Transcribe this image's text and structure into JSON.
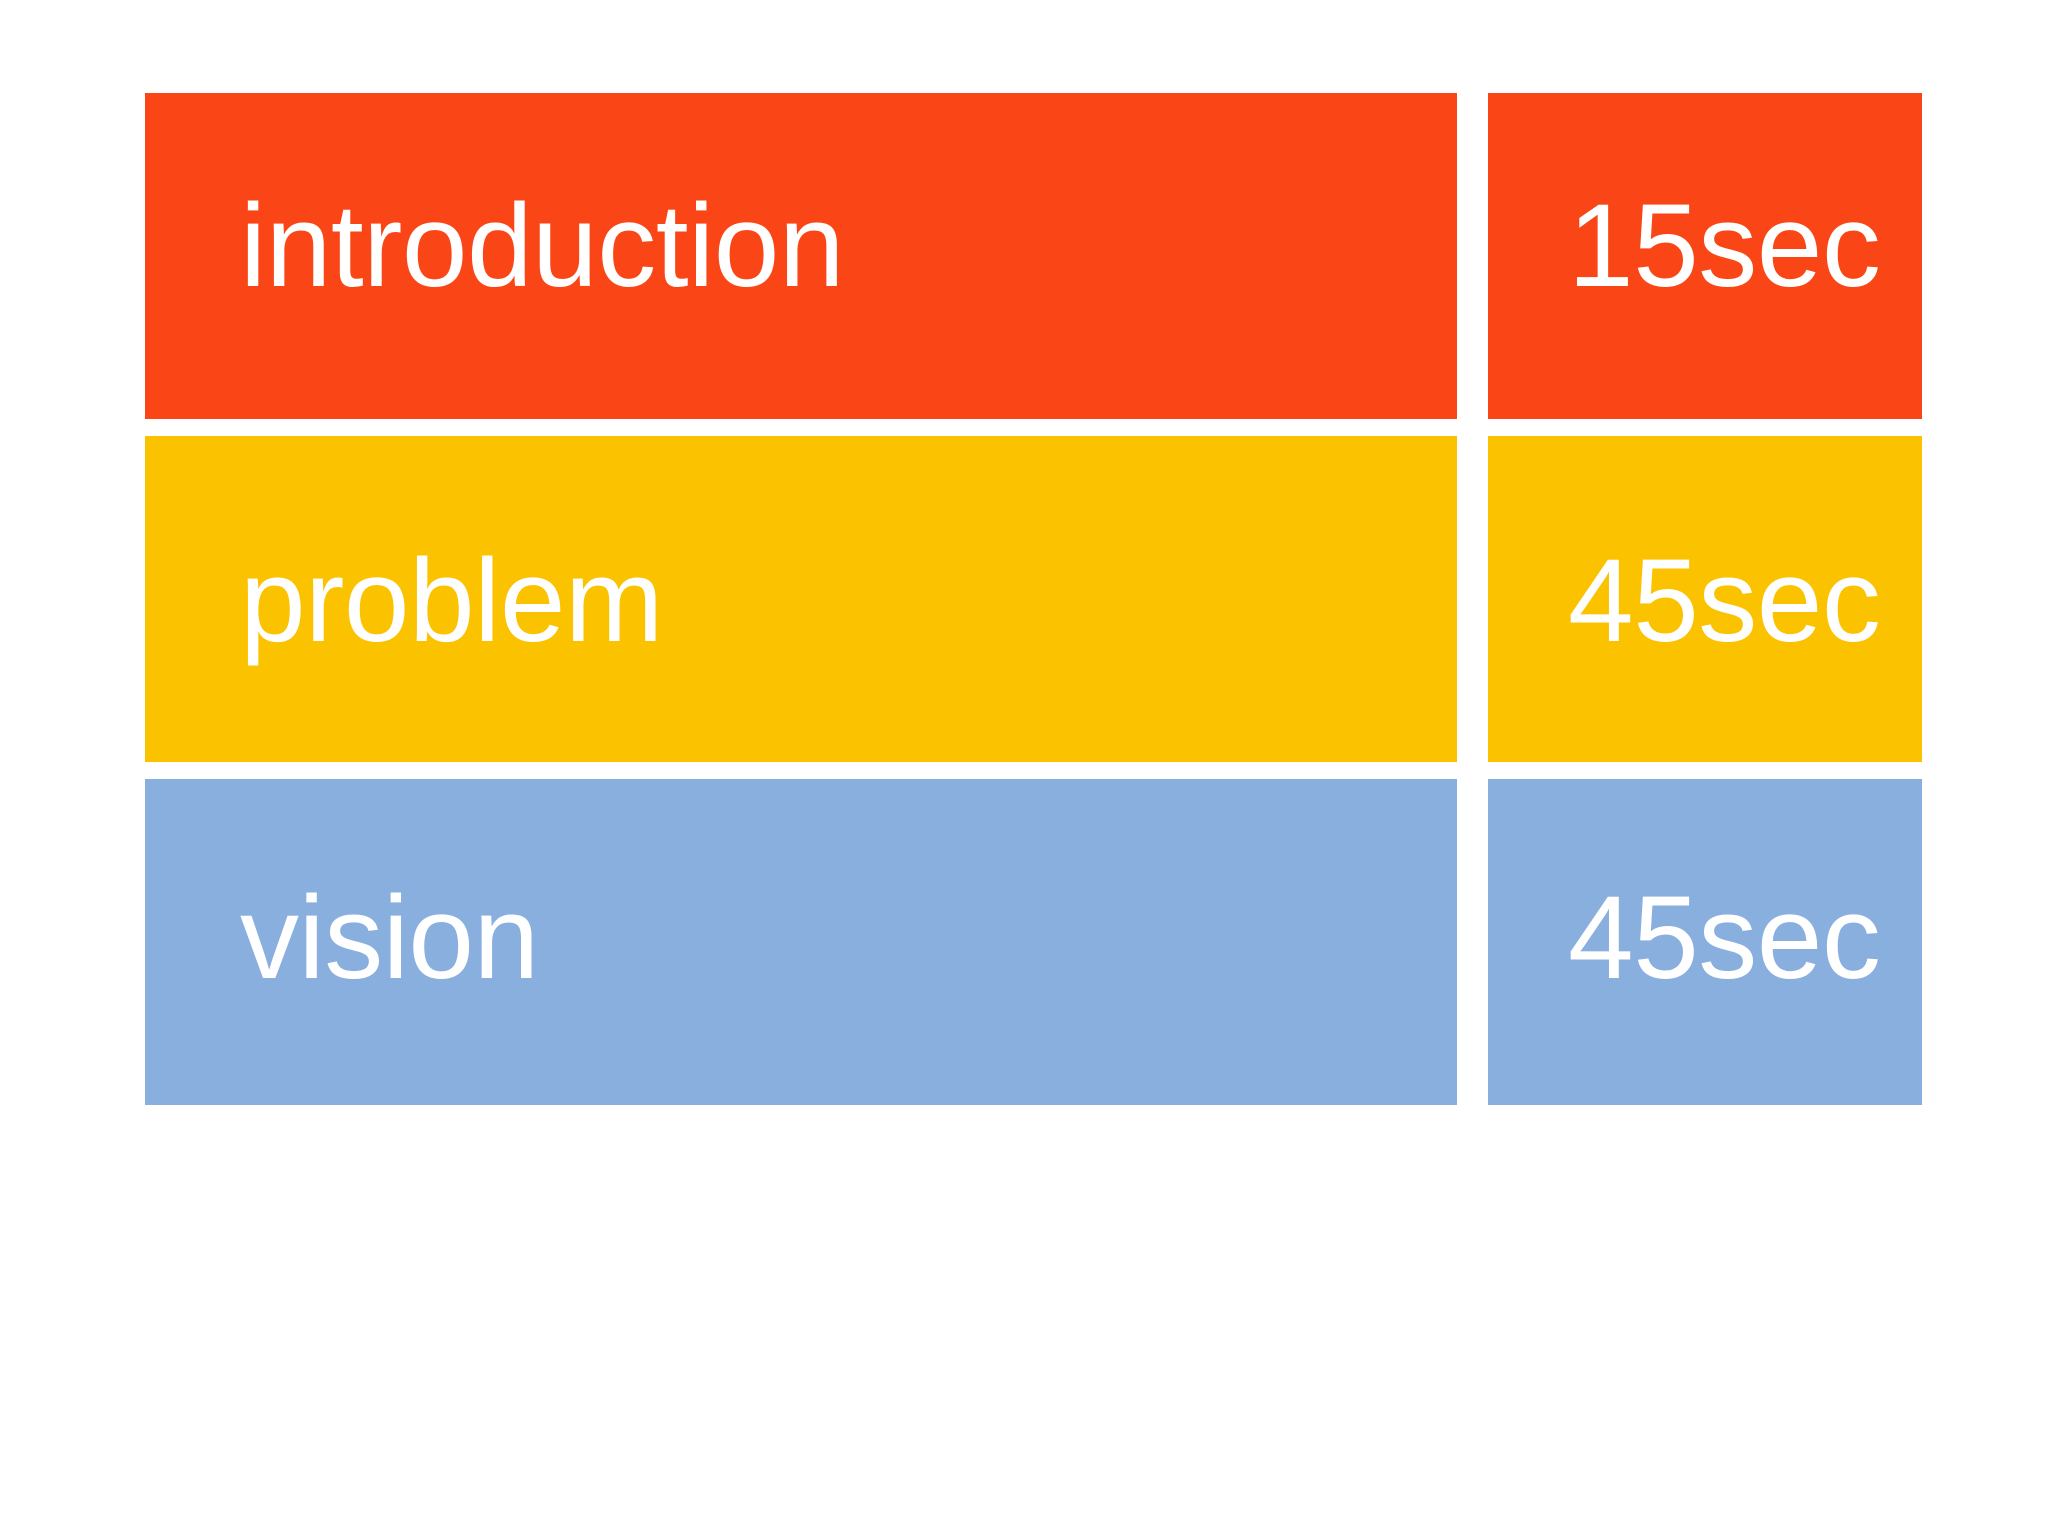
{
  "slide": {
    "background_color": "#ffffff",
    "text_color": "#ffffff"
  },
  "agenda": {
    "columns": [
      "topic",
      "duration"
    ],
    "rows": [
      {
        "topic": "introduction",
        "duration": "15sec",
        "color": "#fa4616",
        "color_name": "orange-red"
      },
      {
        "topic": "problem",
        "duration": "45sec",
        "color": "#fbc200",
        "color_name": "golden-yellow"
      },
      {
        "topic": "vision",
        "duration": "45sec",
        "color": "#89afdf",
        "color_name": "light-steel-blue"
      }
    ]
  }
}
